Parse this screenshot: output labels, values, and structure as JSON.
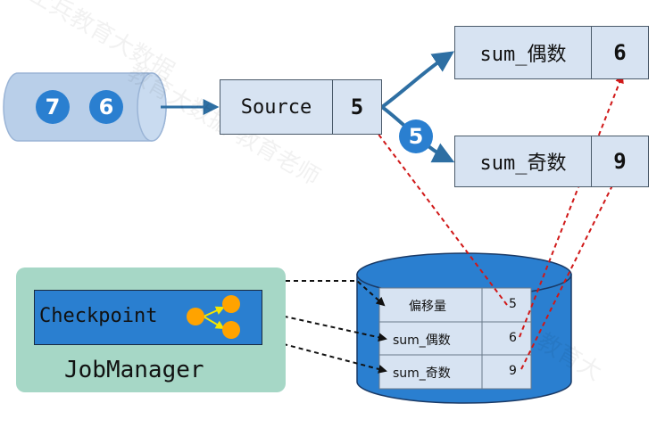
{
  "stream_elements": [
    "7",
    "6"
  ],
  "source": {
    "label": "Source",
    "value": "5"
  },
  "in_flight_record": "5",
  "sum_even": {
    "label": "sum_偶数",
    "value": "6"
  },
  "sum_odd": {
    "label": "sum_奇数",
    "value": "9"
  },
  "checkpoint": {
    "label": "Checkpoint"
  },
  "job_manager": {
    "label": "JobManager"
  },
  "state_store": {
    "rows": [
      {
        "key": "偏移量",
        "value": "5"
      },
      {
        "key": "sum_偶数",
        "value": "6"
      },
      {
        "key": "sum_奇数",
        "value": "9"
      }
    ]
  },
  "colors": {
    "accent_blue": "#2a7fd0",
    "box_fill": "#d7e3f2",
    "arrow_blue": "#2e6fa3",
    "restore_red": "#d01818",
    "panel_green": "#a6d7c6",
    "node_orange": "#ffa300"
  }
}
